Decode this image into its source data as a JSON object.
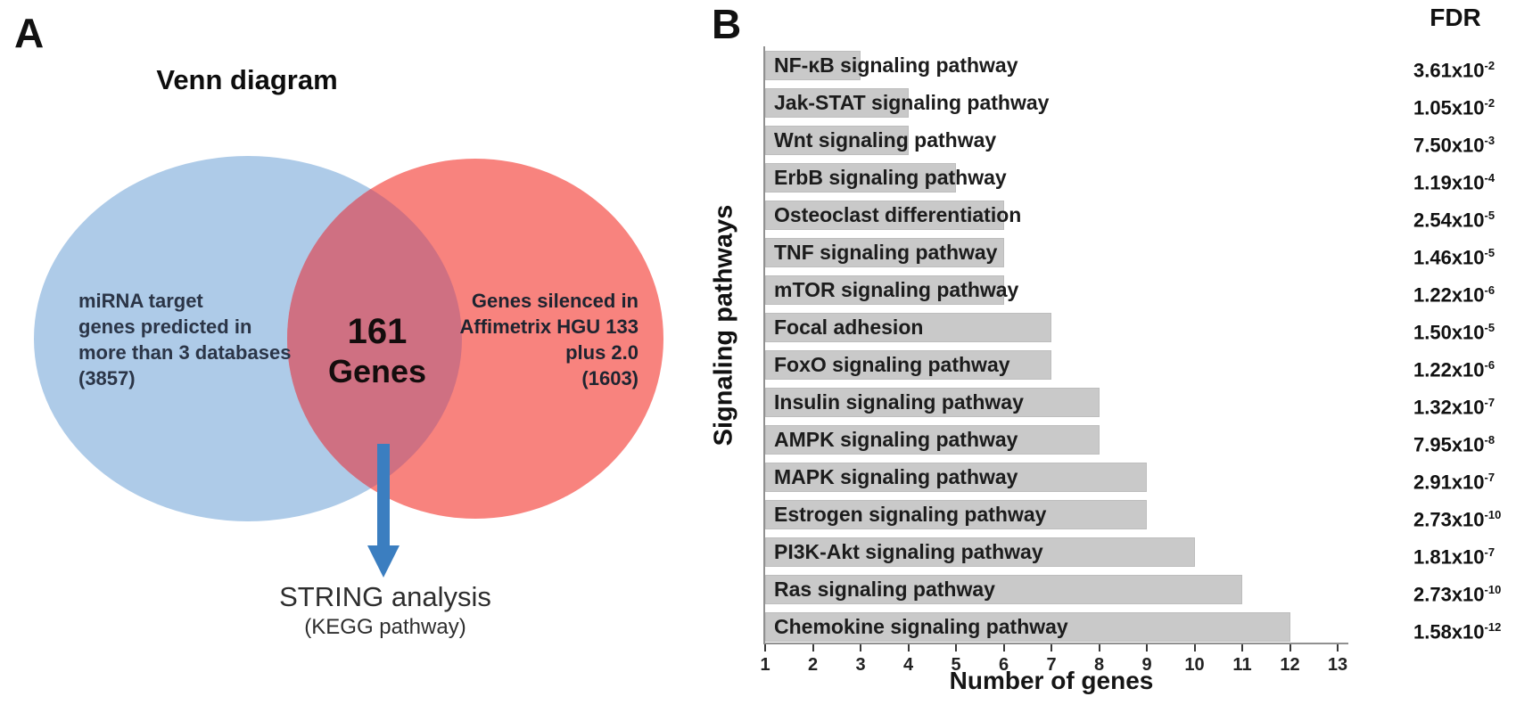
{
  "figure": {
    "panel_a": {
      "label": "A",
      "title": "Venn diagram",
      "left_set": {
        "lines": "miRNA target\ngenes predicted in\nmore than 3 databases\n(3857)"
      },
      "intersection": {
        "count": "161",
        "word": "Genes"
      },
      "right_set": {
        "lines": "Genes silenced in\nAffimetrix HGU 133\nplus 2.0\n(1603)"
      },
      "flow_label": "STRING analysis",
      "flow_sublabel": "(KEGG pathway)",
      "colors": {
        "left_circle": "#aecbe8",
        "right_circle": "#f8837e",
        "overlap": "#cf7082",
        "arrow": "#3b7ec0",
        "arrow_edge": "#2f66a3"
      }
    },
    "panel_b": {
      "label": "B",
      "fdr_header": "FDR"
    }
  },
  "chart_data": {
    "type": "bar",
    "orientation": "horizontal",
    "title": "",
    "categories": [
      "NF-κB signaling pathway",
      "Jak-STAT signaling pathway",
      "Wnt signaling pathway",
      "ErbB signaling pathway",
      "Osteoclast differentiation",
      "TNF signaling pathway",
      "mTOR signaling pathway",
      "Focal adhesion",
      "FoxO signaling pathway",
      "Insulin signaling pathway",
      "AMPK signaling pathway",
      "MAPK signaling pathway",
      "Estrogen signaling pathway",
      "PI3K-Akt signaling pathway",
      "Ras signaling pathway",
      "Chemokine signaling pathway"
    ],
    "values": [
      3,
      4,
      4,
      5,
      6,
      6,
      6,
      7,
      7,
      8,
      8,
      9,
      9,
      10,
      11,
      12
    ],
    "fdr": [
      {
        "m": "3.61x10",
        "e": "-2"
      },
      {
        "m": "1.05x10",
        "e": "-2"
      },
      {
        "m": "7.50x10",
        "e": "-3"
      },
      {
        "m": "1.19x10",
        "e": "-4"
      },
      {
        "m": "2.54x10",
        "e": "-5"
      },
      {
        "m": "1.46x10",
        "e": "-5"
      },
      {
        "m": "1.22x10",
        "e": "-6"
      },
      {
        "m": "1.50x10",
        "e": "-5"
      },
      {
        "m": "1.22x10",
        "e": "-6"
      },
      {
        "m": "1.32x10",
        "e": "-7"
      },
      {
        "m": "7.95x10",
        "e": "-8"
      },
      {
        "m": "2.91x10",
        "e": "-7"
      },
      {
        "m": "2.73x10",
        "e": "-10"
      },
      {
        "m": "1.81x10",
        "e": "-7"
      },
      {
        "m": "2.73x10",
        "e": "-10"
      },
      {
        "m": "1.58x10",
        "e": "-12"
      }
    ],
    "xlabel": "Number of genes",
    "ylabel": "Signaling pathways",
    "xlim": [
      1,
      13
    ],
    "xticks": [
      1,
      2,
      3,
      4,
      5,
      6,
      7,
      8,
      9,
      10,
      11,
      12,
      13
    ],
    "bar_color": "#c9c9c9",
    "grid": false,
    "legend": null
  }
}
